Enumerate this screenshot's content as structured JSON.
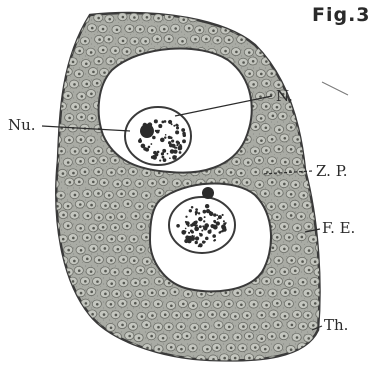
{
  "figure": {
    "title": "Fig.3",
    "labels": {
      "nu": "Nu.",
      "n": "N.",
      "zp": "Z. P.",
      "fe": "F. E.",
      "th": "Th."
    }
  },
  "colors": {
    "background": "#ffffff",
    "follicle_fill": "#a9aba4",
    "outline": "#3a3a3a",
    "cell": "#c4c6bf",
    "cell_nucleus": "#565852",
    "ink": "#2b2b2b"
  }
}
